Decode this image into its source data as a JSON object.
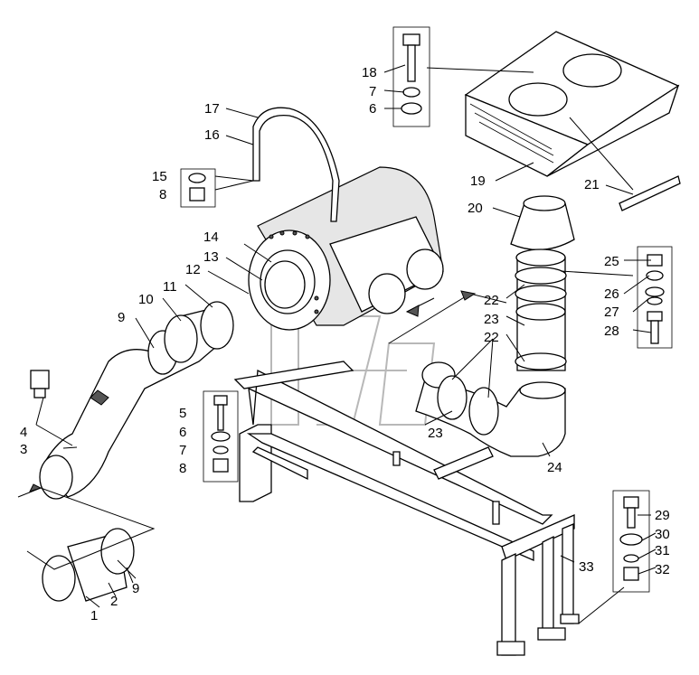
{
  "callouts": [
    {
      "id": "c1",
      "text": "1"
    },
    {
      "id": "c2",
      "text": "2"
    },
    {
      "id": "c3",
      "text": "3"
    },
    {
      "id": "c4",
      "text": "4"
    },
    {
      "id": "c5",
      "text": "5"
    },
    {
      "id": "c6a",
      "text": "6"
    },
    {
      "id": "c7a",
      "text": "7"
    },
    {
      "id": "c8a",
      "text": "8"
    },
    {
      "id": "c6b",
      "text": "6"
    },
    {
      "id": "c7b",
      "text": "7"
    },
    {
      "id": "c8b",
      "text": "8"
    },
    {
      "id": "c9a",
      "text": "9"
    },
    {
      "id": "c9b",
      "text": "9"
    },
    {
      "id": "c10",
      "text": "10"
    },
    {
      "id": "c11",
      "text": "11"
    },
    {
      "id": "c12",
      "text": "12"
    },
    {
      "id": "c13",
      "text": "13"
    },
    {
      "id": "c14",
      "text": "14"
    },
    {
      "id": "c15",
      "text": "15"
    },
    {
      "id": "c16",
      "text": "16"
    },
    {
      "id": "c17",
      "text": "17"
    },
    {
      "id": "c18",
      "text": "18"
    },
    {
      "id": "c19",
      "text": "19"
    },
    {
      "id": "c20",
      "text": "20"
    },
    {
      "id": "c21",
      "text": "21"
    },
    {
      "id": "c22a",
      "text": "22"
    },
    {
      "id": "c22b",
      "text": "22"
    },
    {
      "id": "c23a",
      "text": "23"
    },
    {
      "id": "c23b",
      "text": "23"
    },
    {
      "id": "c24",
      "text": "24"
    },
    {
      "id": "c25",
      "text": "25"
    },
    {
      "id": "c26",
      "text": "26"
    },
    {
      "id": "c27",
      "text": "27"
    },
    {
      "id": "c28",
      "text": "28"
    },
    {
      "id": "c29",
      "text": "29"
    },
    {
      "id": "c30",
      "text": "30"
    },
    {
      "id": "c31",
      "text": "31"
    },
    {
      "id": "c32",
      "text": "32"
    },
    {
      "id": "c33",
      "text": "33"
    }
  ]
}
